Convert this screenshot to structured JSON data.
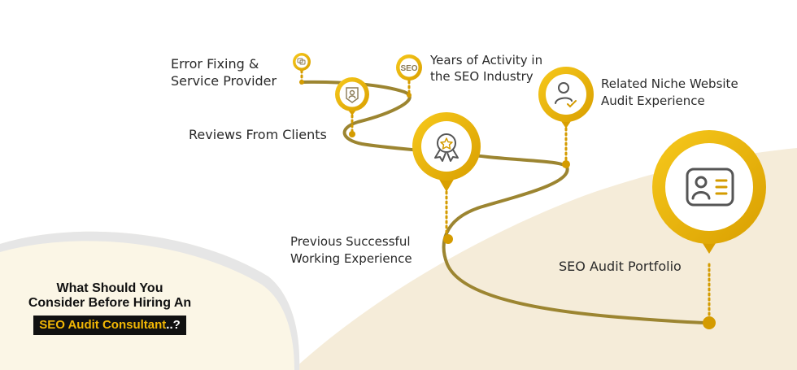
{
  "heading": {
    "line1": "What Should You",
    "line2": "Consider Before Hiring An",
    "badge_main": "SEO Audit Consultant",
    "badge_suffix": "..?"
  },
  "milestones": [
    {
      "id": "error-fixing",
      "lines": [
        "Error Fixing &",
        "Service Provider"
      ],
      "icon": "chat-bubbles-icon"
    },
    {
      "id": "years-activity",
      "lines": [
        "Years of Activity in",
        "the SEO Industry"
      ],
      "icon": "seo-icon",
      "icon_text": "SEO"
    },
    {
      "id": "reviews",
      "lines": [
        "Reviews From Clients"
      ],
      "icon": "user-badge-icon"
    },
    {
      "id": "niche-audit",
      "lines": [
        "Related Niche Website",
        "Audit Experience"
      ],
      "icon": "user-check-icon"
    },
    {
      "id": "previous-work",
      "lines": [
        "Previous Successful",
        "Working Experience"
      ],
      "icon": "award-ribbon-icon"
    },
    {
      "id": "portfolio",
      "lines": [
        "SEO Audit Portfolio"
      ],
      "icon": "id-card-icon"
    }
  ],
  "colors": {
    "gold": "#f2b705",
    "gold_dark": "#d49b00",
    "path": "#9c8531",
    "beige": "#f5ecd9",
    "cream": "#fbf6e6",
    "text": "#2a2a2a"
  }
}
